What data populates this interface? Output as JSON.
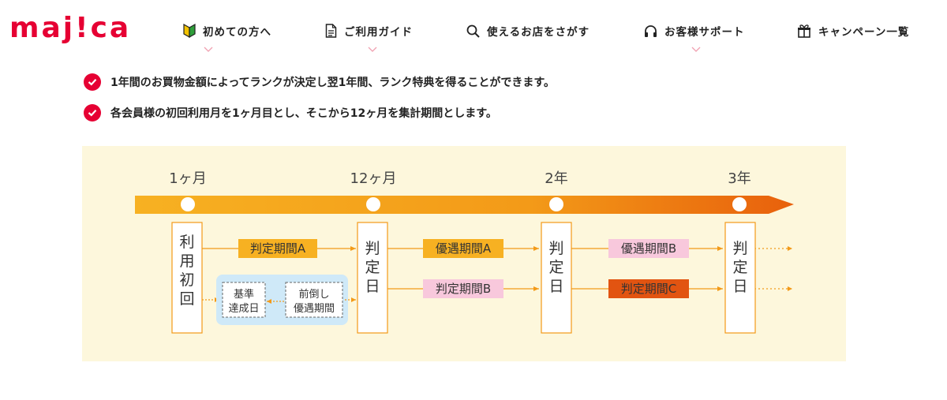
{
  "brand": {
    "logo_text": "maj!ca",
    "logo_color": "#e60033"
  },
  "nav": {
    "items": [
      {
        "label": "初めての方へ",
        "icon": "beginner-mark-icon",
        "has_dropdown": true
      },
      {
        "label": "ご利用ガイド",
        "icon": "document-icon",
        "has_dropdown": true
      },
      {
        "label": "使えるお店をさがす",
        "icon": "search-icon",
        "has_dropdown": false
      },
      {
        "label": "お客様サポート",
        "icon": "headset-icon",
        "has_dropdown": true
      },
      {
        "label": "キャンペーン一覧",
        "icon": "gift-icon",
        "has_dropdown": false
      }
    ]
  },
  "bullets": [
    "1年間のお買物金額によってランクが決定し翌1年間、ランク特典を得ることができます。",
    "各会員様の初回利用月を1ヶ月目とし、そこから12ヶ月を集計期間とします。"
  ],
  "diagram": {
    "timeline_labels": [
      "1ヶ月",
      "12ヶ月",
      "2年",
      "3年"
    ],
    "first_use": "利用初回",
    "judgment_day": "判定日",
    "periods": {
      "judge_a": "判定期間A",
      "judge_b": "判定期間B",
      "judge_c": "判定期間C",
      "benefit_a": "優遇期間A",
      "benefit_b": "優遇期間B"
    },
    "early": {
      "achieved_line1": "基準",
      "achieved_line2": "達成日",
      "advance_line1": "前倒し",
      "advance_line2": "優遇期間"
    },
    "colors": {
      "orange_light": "#f7b122",
      "orange_dark": "#e8600c",
      "judge_c": "#e25411",
      "pink": "#f8c8dc",
      "blue": "#cfe9f8",
      "background": "#fdf7dc"
    }
  }
}
